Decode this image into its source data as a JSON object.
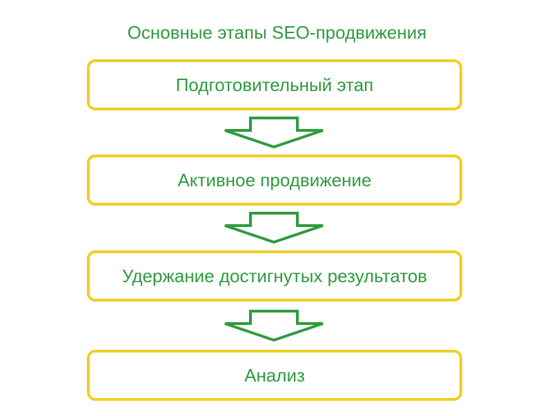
{
  "title": "Основные этапы SEO-продвижения",
  "steps": [
    {
      "label": "Подготовительный этап"
    },
    {
      "label": "Активное продвижение"
    },
    {
      "label": "Удержание достигнутых результатов"
    },
    {
      "label": "Анализ"
    }
  ],
  "colors": {
    "text": "#2e9b3e",
    "box_border": "#f0cf20",
    "arrow": "#2e9b3e"
  },
  "icons": {
    "connector": "down-arrow-icon"
  }
}
